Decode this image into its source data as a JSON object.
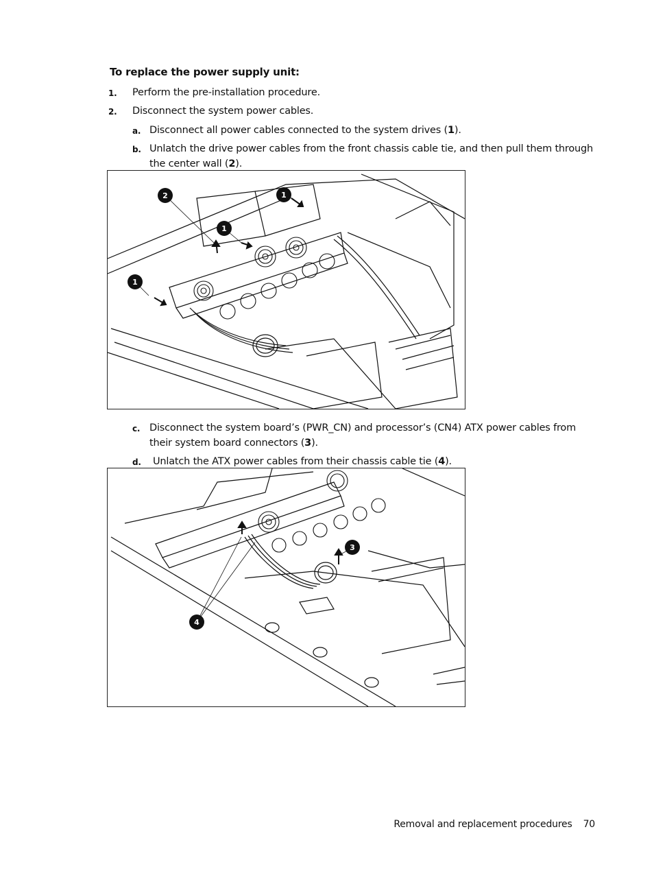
{
  "heading": "To replace the power supply unit:",
  "steps": [
    {
      "num": "1.",
      "text": "Perform the pre-installation procedure."
    },
    {
      "num": "2.",
      "text": "Disconnect the system power cables."
    }
  ],
  "substeps_a_b": [
    {
      "num": "a.",
      "pre": "Disconnect all power cables connected to the system drives (",
      "callout": "1",
      "post": ")."
    },
    {
      "num": "b.",
      "line1": "Unlatch the drive power cables from the front chassis cable tie, and then pull them through",
      "line2_pre": "the center wall (",
      "callout": "2",
      "post": ")."
    }
  ],
  "figure1": {
    "callouts": [
      "2",
      "1",
      "1",
      "1"
    ]
  },
  "substeps_c_d": [
    {
      "num": "c.",
      "line1": "Disconnect the system board’s (PWR_CN) and processor’s (CN4) ATX power cables from",
      "line2_pre": "their system board connectors (",
      "callout": "3",
      "post": ")."
    },
    {
      "num": "d.",
      "pre": "Unlatch the ATX power cables from their chassis cable tie (",
      "callout": "4",
      "post": ")."
    }
  ],
  "figure2": {
    "callouts": [
      "3",
      "4"
    ]
  },
  "footer": {
    "section": "Removal and replacement procedures",
    "page": "70"
  }
}
